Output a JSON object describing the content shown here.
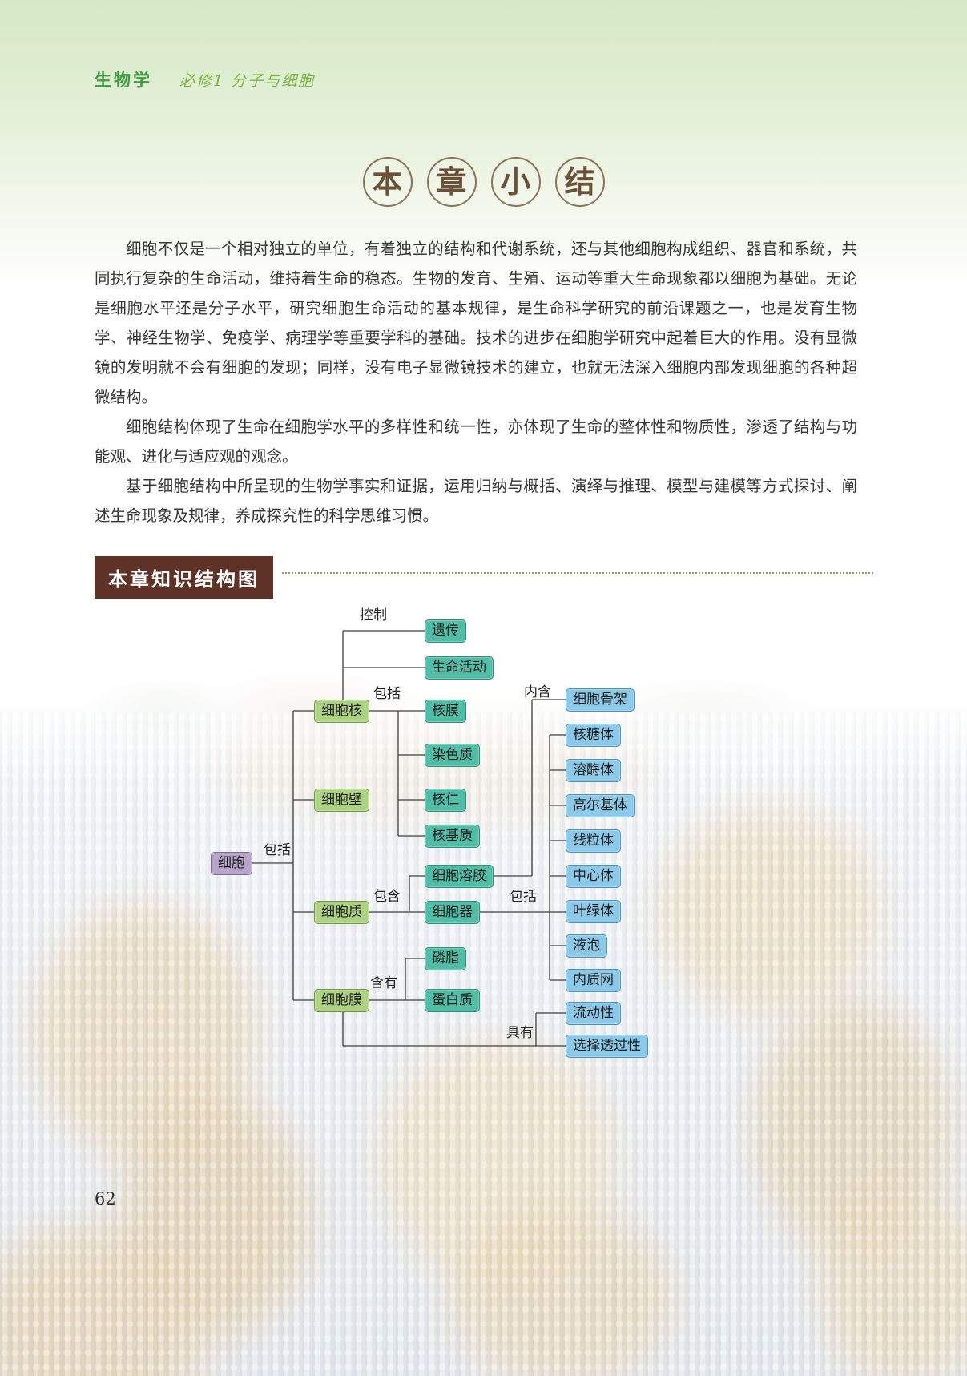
{
  "header": {
    "subject": "生物学",
    "module": "必修1  分子与细胞"
  },
  "title": {
    "chars": [
      "本",
      "章",
      "小",
      "结"
    ]
  },
  "summary": {
    "paragraphs": [
      "细胞不仅是一个相对独立的单位，有着独立的结构和代谢系统，还与其他细胞构成组织、器官和系统，共同执行复杂的生命活动，维持着生命的稳态。生物的发育、生殖、运动等重大生命现象都以细胞为基础。无论是细胞水平还是分子水平，研究细胞生命活动的基本规律，是生命科学研究的前沿课题之一，也是发育生物学、神经生物学、免疫学、病理学等重要学科的基础。技术的进步在细胞学研究中起着巨大的作用。没有显微镜的发明就不会有细胞的发现；同样，没有电子显微镜技术的建立，也就无法深入细胞内部发现细胞的各种超微结构。",
      "细胞结构体现了生命在细胞学水平的多样性和统一性，亦体现了生命的整体性和物质性，渗透了结构与功能观、进化与适应观的观念。",
      "基于细胞结构中所呈现的生物学事实和证据，运用归纳与概括、演绎与推理、模型与建模等方式探讨、阐述生命现象及规律，养成探究性的科学思维习惯。"
    ]
  },
  "section": {
    "heading": "本章知识结构图"
  },
  "diagram": {
    "edge_labels": [
      "包括",
      "控制",
      "包括",
      "内含",
      "包含",
      "包括",
      "含有",
      "具有"
    ],
    "nodes": [
      {
        "id": "cell",
        "label": "细胞"
      },
      {
        "id": "nucleus",
        "label": "细胞核"
      },
      {
        "id": "cell-wall",
        "label": "细胞壁"
      },
      {
        "id": "cytoplasm",
        "label": "细胞质"
      },
      {
        "id": "cell-membrane",
        "label": "细胞膜"
      },
      {
        "id": "heredity",
        "label": "遗传"
      },
      {
        "id": "life-activities",
        "label": "生命活动"
      },
      {
        "id": "nuclear-membrane",
        "label": "核膜"
      },
      {
        "id": "chromatin",
        "label": "染色质"
      },
      {
        "id": "nucleolus",
        "label": "核仁"
      },
      {
        "id": "nuclear-matrix",
        "label": "核基质"
      },
      {
        "id": "cytosol",
        "label": "细胞溶胶"
      },
      {
        "id": "organelles",
        "label": "细胞器"
      },
      {
        "id": "phospholipid",
        "label": "磷脂"
      },
      {
        "id": "protein",
        "label": "蛋白质"
      },
      {
        "id": "cytoskeleton",
        "label": "细胞骨架"
      },
      {
        "id": "ribosome",
        "label": "核糖体"
      },
      {
        "id": "lysosome",
        "label": "溶酶体"
      },
      {
        "id": "golgi-apparatus",
        "label": "高尔基体"
      },
      {
        "id": "mitochondrion",
        "label": "线粒体"
      },
      {
        "id": "centrosome",
        "label": "中心体"
      },
      {
        "id": "chloroplast",
        "label": "叶绿体"
      },
      {
        "id": "vacuole",
        "label": "液泡"
      },
      {
        "id": "endoplasmic-reticulum",
        "label": "内质网"
      },
      {
        "id": "fluidity",
        "label": "流动性"
      },
      {
        "id": "selective-permeability",
        "label": "选择透过性"
      }
    ],
    "colors": {
      "cell": "#b7a6ca",
      "level1": "#aed283",
      "level2": "#52bda7",
      "level3": "#8cc9e9"
    }
  },
  "page": {
    "number": "62"
  }
}
